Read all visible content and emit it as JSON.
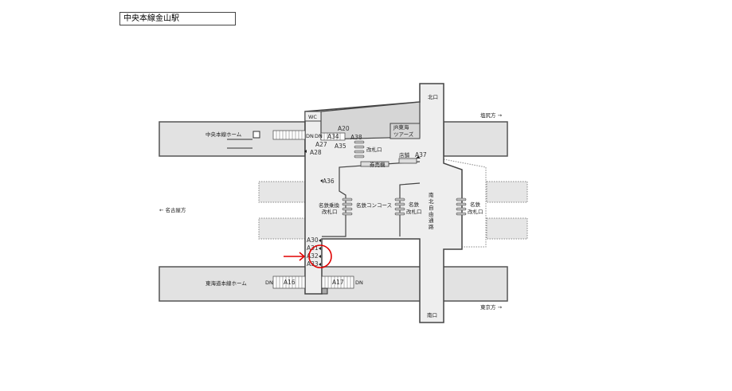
{
  "title": "中央本線金山駅",
  "platforms": {
    "chuo": "中央本線ホーム",
    "tokaido": "東海道本線ホーム"
  },
  "directions": {
    "nagoya": "← 名古屋方",
    "shiojiri": "塩尻方 →",
    "tokyo": "東京方 →"
  },
  "exits": {
    "north": "北口",
    "south": "南口"
  },
  "facilities": {
    "wc": "WC",
    "jr_tours_1": "JR東海",
    "jr_tours_2": "ツアーズ",
    "ticket_gate": "改札口",
    "shop": "店舗",
    "ticket_machine": "券売機",
    "meitetsu_transfer_1": "名鉄乗換",
    "meitetsu_transfer_2": "改札口",
    "meitetsu_concourse": "名鉄コンコース",
    "meitetsu_gate_1": "名鉄",
    "meitetsu_gate_2": "改札口",
    "free_passage": [
      "南",
      "北",
      "自",
      "由",
      "通",
      "路"
    ]
  },
  "stairs_dn": "DN",
  "markers": [
    "A20",
    "A27",
    "A28",
    "A34",
    "A35",
    "A36",
    "A37",
    "A38",
    "A30",
    "A31",
    "A32",
    "A33",
    "A16",
    "A17"
  ],
  "colors": {
    "highlight": "#e00000",
    "floor": "#eeeeee",
    "platform": "#e2e2e2",
    "building": "#d6d6d6"
  }
}
